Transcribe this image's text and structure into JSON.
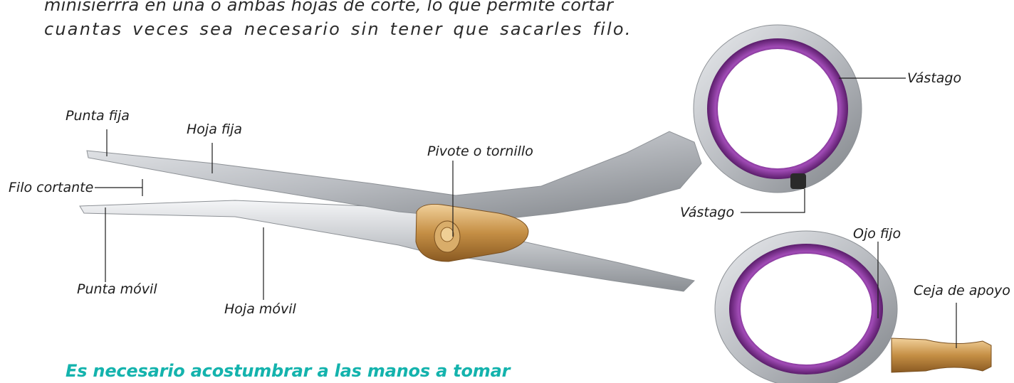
{
  "intro": {
    "line1": "minisierrra en una o ambas hojas de corte, lo que permite cortar",
    "line2": "cuantas veces sea necesario sin tener que sacarles filo."
  },
  "labels": {
    "punta_fija": "Punta fija",
    "hoja_fija": "Hoja fija",
    "filo_cortante": "Filo cortante",
    "pivote": "Pivote o tornillo",
    "punta_movil": "Punta móvil",
    "hoja_movil": "Hoja móvil",
    "vastago_top": "Vástago",
    "vastago_bottom": "Vástago",
    "ojo_fijo": "Ojo fijo",
    "ceja_de_apoyo": "Ceja de apoyo"
  },
  "tagline": "Es necesario acostumbrar a las manos a tomar",
  "colors": {
    "steel": "#c9ccd0",
    "steel_dark": "#8e9297",
    "ring": "#7b2d8e",
    "brass": "#c9954e",
    "accent": "#14b3ad"
  }
}
